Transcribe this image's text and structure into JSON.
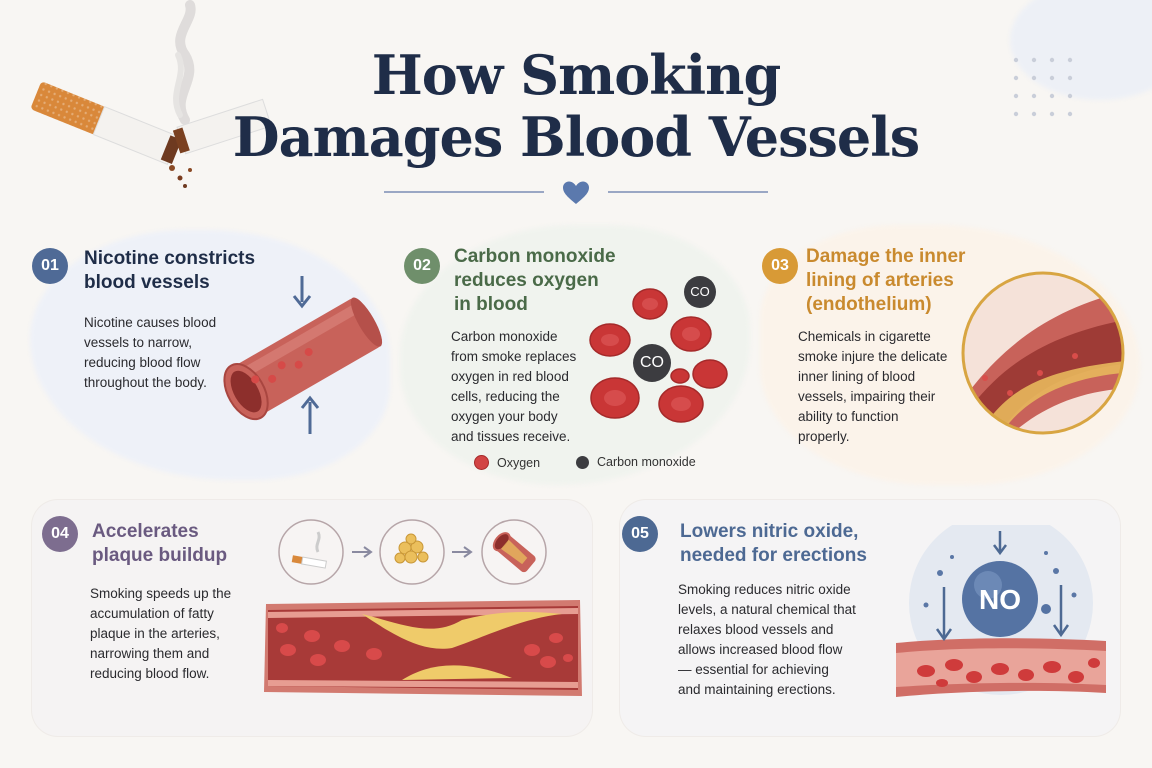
{
  "title": {
    "line1": "How Smoking",
    "line2": "Damages Blood Vessels"
  },
  "cards": [
    {
      "number": "01",
      "title_lines": [
        "Nicotine constricts",
        "blood vessels"
      ],
      "body_lines": [
        "Nicotine causes blood",
        "vessels to narrow,",
        "reducing blood flow",
        "throughout the body."
      ],
      "accent": "#4f6a96"
    },
    {
      "number": "02",
      "title_lines": [
        "Carbon monoxide",
        "reduces oxygen",
        "in blood"
      ],
      "body_lines": [
        "Carbon monoxide",
        "from smoke replaces",
        "oxygen in red blood",
        "cells, reducing the",
        "oxygen your body",
        "and tissues receive."
      ],
      "accent": "#6f8f6b",
      "co_label": "CO",
      "legend": [
        "Oxygen",
        "Carbon monoxide"
      ]
    },
    {
      "number": "03",
      "title_lines": [
        "Damage the inner",
        "lining of arteries",
        "(endothelium)"
      ],
      "body_lines": [
        "Chemicals in cigarette",
        "smoke injure the delicate",
        "inner lining of blood",
        "vessels, impairing their",
        "ability to function",
        "properly."
      ],
      "accent": "#d89a36"
    },
    {
      "number": "04",
      "title_lines": [
        "Accelerates",
        "plaque buildup"
      ],
      "body_lines": [
        "Smoking speeds up the",
        "accumulation of fatty",
        "plaque in the arteries,",
        "narrowing them and",
        "reducing blood flow."
      ],
      "accent": "#7d6d8f"
    },
    {
      "number": "05",
      "title_lines": [
        "Lowers nitric oxide,",
        "needed for erections"
      ],
      "body_lines": [
        "Smoking reduces nitric oxide",
        "levels, a natural chemical that",
        "relaxes blood vessels and",
        "allows increased blood flow",
        "— essential for achieving",
        "and maintaining erections."
      ],
      "accent": "#4d6993",
      "no_label": "NO"
    }
  ],
  "colors": {
    "navy": "#1f2d48",
    "blood": "#c9383a",
    "vessel": "#c8625a",
    "plaque": "#f0cf74",
    "heart": "#5b79ad"
  },
  "icons": [
    "cigarette-icon",
    "heart-icon",
    "arrow-right-icon",
    "arrow-down-icon",
    "arrow-up-icon"
  ]
}
